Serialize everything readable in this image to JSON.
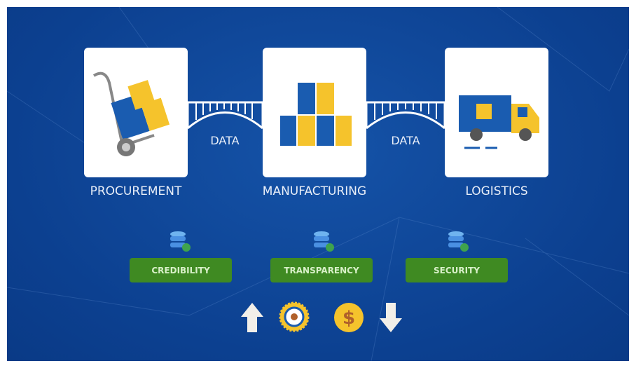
{
  "stages": [
    {
      "label": "PROCUREMENT"
    },
    {
      "label": "MANUFACTURING"
    },
    {
      "label": "LOGISTICS"
    }
  ],
  "connectors": [
    {
      "label": "DATA"
    },
    {
      "label": "DATA"
    }
  ],
  "benefits": [
    {
      "label": "CREDIBILITY"
    },
    {
      "label": "TRANSPARENCY"
    },
    {
      "label": "SECURITY"
    }
  ],
  "colors": {
    "background": "#0c4090",
    "card": "#ffffff",
    "pill": "#3f8a22",
    "box_blue": "#1a5cb0",
    "box_yellow": "#f5c32c"
  }
}
